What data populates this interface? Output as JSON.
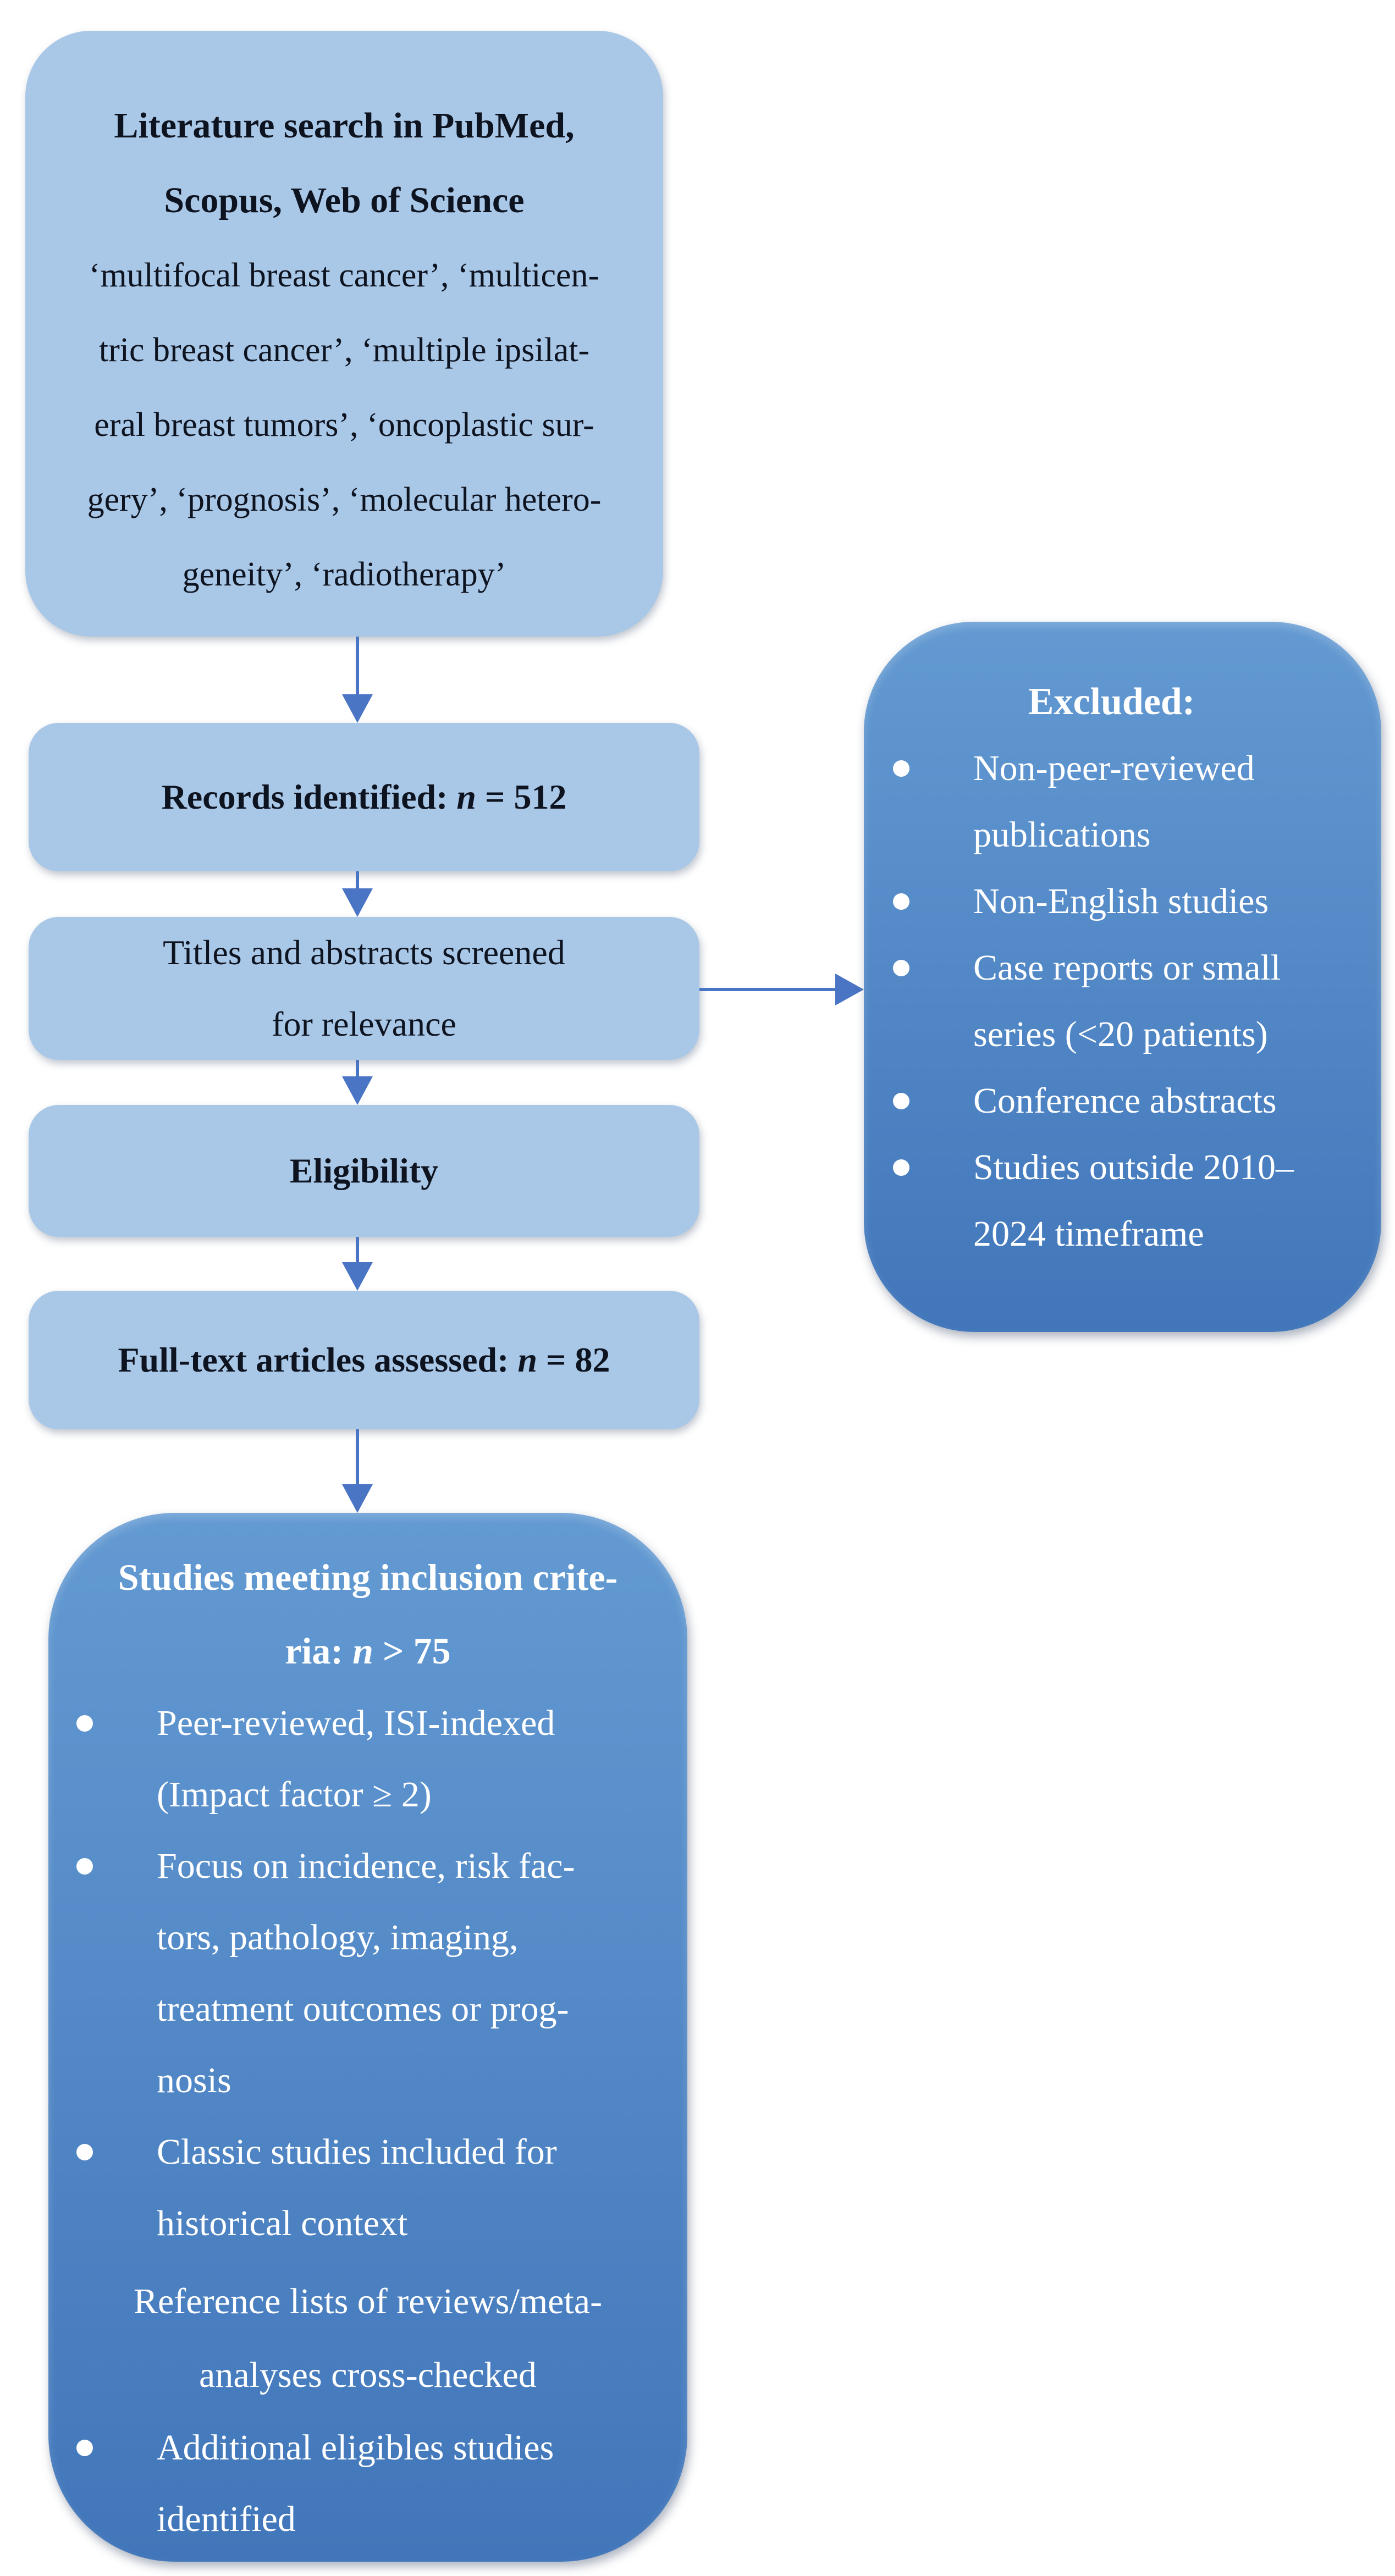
{
  "colors": {
    "box_light": "#a9c7e6",
    "box_dark_top": "#639ad2",
    "box_dark_bottom": "#4176ba",
    "arrow": "#4a74c4",
    "text_dark": "#0e1320",
    "text_light": "#ffffff",
    "background": "#ffffff"
  },
  "search_box": {
    "title": "Literature search in PubMed,\nScopus, Web of Science",
    "keywords": "‘multifocal breast cancer’, ‘multicen-\ntric breast cancer’, ‘multiple ipsilat-\neral breast tumors’, ‘oncoplastic sur-\ngery’, ‘prognosis’, ‘molecular hetero-\ngeneity’, ‘radiotherapy’"
  },
  "records_box": {
    "prefix": "Records identified: ",
    "n_symbol": "n",
    "suffix": " = 512"
  },
  "screening_box": {
    "text": "Titles and abstracts screened\nfor relevance"
  },
  "eligibility_box": {
    "text": "Eligibility"
  },
  "fulltext_box": {
    "prefix": "Full-text articles assessed: ",
    "n_symbol": "n",
    "suffix": " = 82"
  },
  "excluded_box": {
    "title": "Excluded:",
    "bullets": [
      {
        "text": "Non-peer-reviewed\npublications"
      },
      {
        "text": "Non-English studies"
      },
      {
        "text": "Case reports or small\nseries (<20 patients)"
      },
      {
        "text": "Conference abstracts"
      },
      {
        "text": "Studies outside 2010–\n2024 timeframe"
      }
    ]
  },
  "included_box": {
    "heading_prefix": "Studies meeting inclusion crite-\nria: ",
    "heading_n": "n",
    "heading_suffix": " > 75",
    "bullets": [
      {
        "text": "Peer-reviewed, ISI-indexed\n(Impact factor ≥ 2)"
      },
      {
        "text": "Focus on incidence, risk fac-\ntors, pathology, imaging,\ntreatment outcomes or prog-\nnosis"
      },
      {
        "text": "Classic studies included for\nhistorical context"
      }
    ],
    "note": "Reference lists of reviews/meta-\nanalyses cross-checked",
    "final_bullet": {
      "text": "Additional eligibles studies\nidentified"
    }
  }
}
